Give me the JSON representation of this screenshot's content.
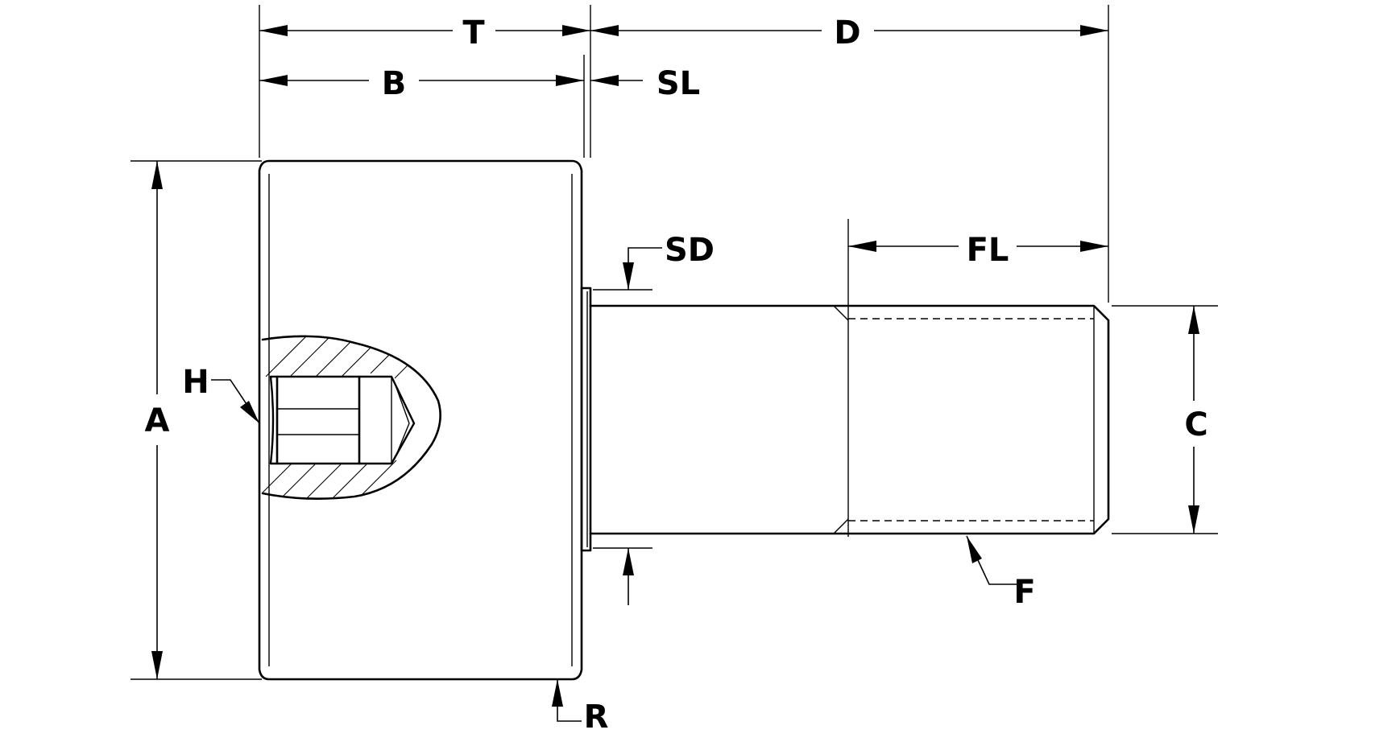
{
  "drawing": {
    "labels": {
      "T": "T",
      "D": "D",
      "B": "B",
      "SL": "SL",
      "SD": "SD",
      "FL": "FL",
      "H": "H",
      "A": "A",
      "C": "C",
      "F": "F",
      "R": "R"
    }
  }
}
